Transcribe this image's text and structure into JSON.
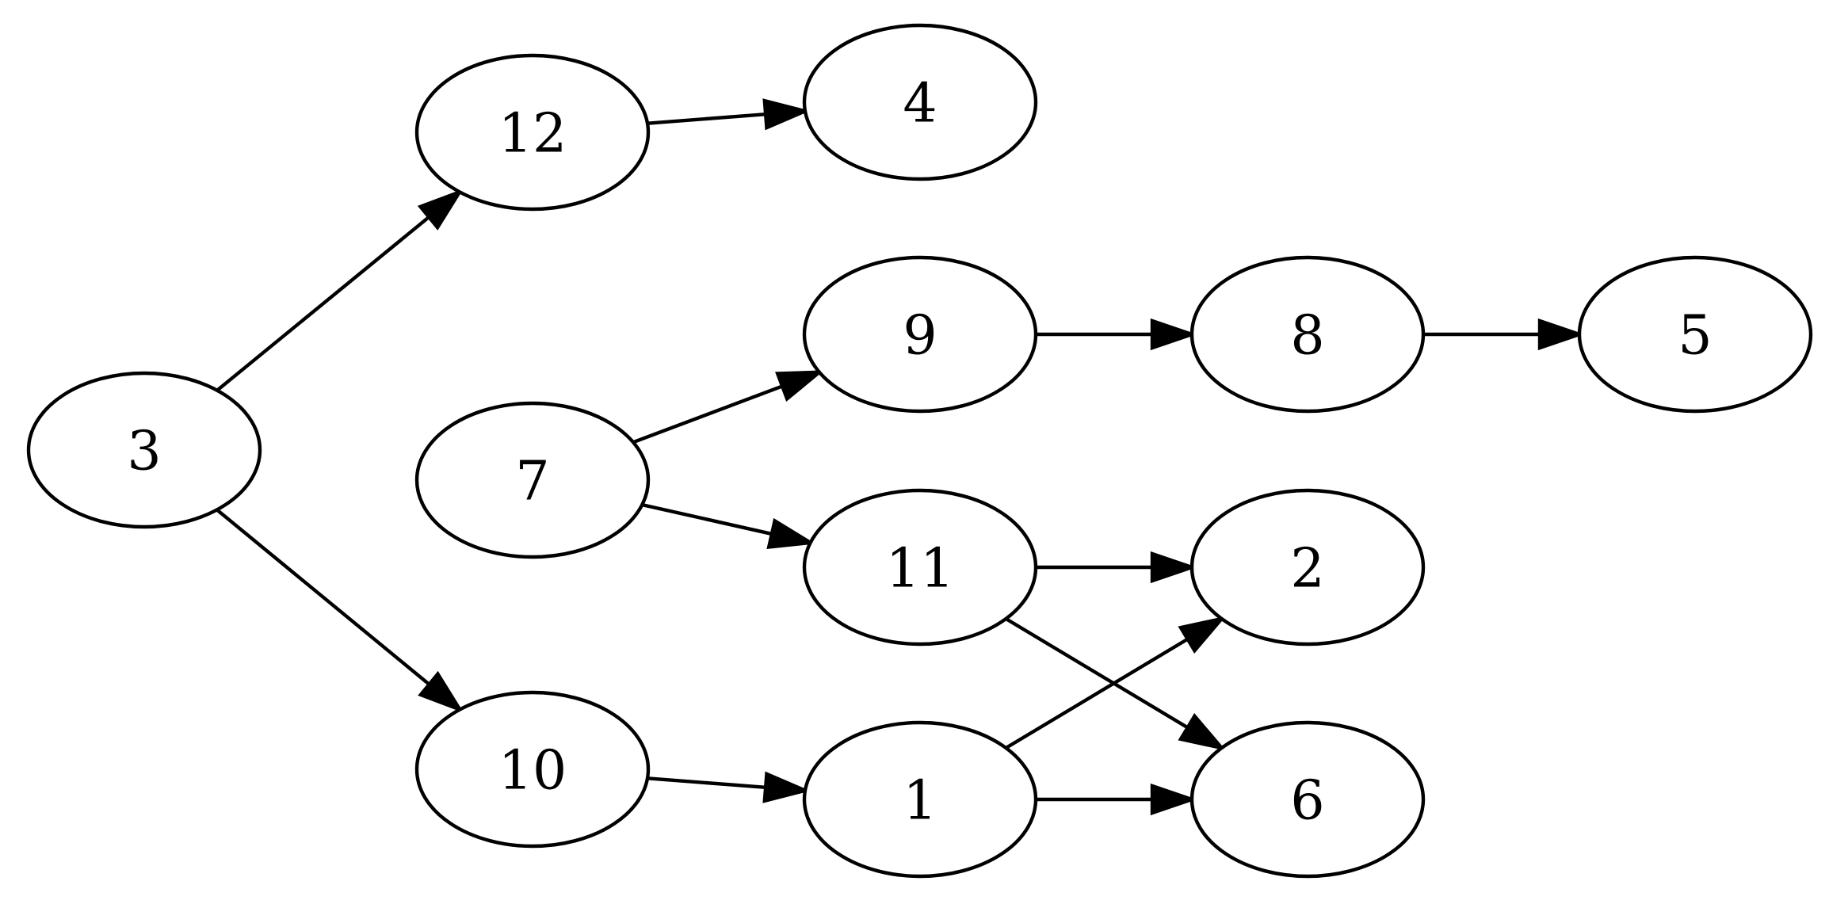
{
  "graph": {
    "nodes": [
      {
        "id": "3",
        "label": "3"
      },
      {
        "id": "12",
        "label": "12"
      },
      {
        "id": "4",
        "label": "4"
      },
      {
        "id": "7",
        "label": "7"
      },
      {
        "id": "9",
        "label": "9"
      },
      {
        "id": "8",
        "label": "8"
      },
      {
        "id": "5",
        "label": "5"
      },
      {
        "id": "11",
        "label": "11"
      },
      {
        "id": "2",
        "label": "2"
      },
      {
        "id": "10",
        "label": "10"
      },
      {
        "id": "1",
        "label": "1"
      },
      {
        "id": "6",
        "label": "6"
      }
    ],
    "edges": [
      {
        "from": "3",
        "to": "12"
      },
      {
        "from": "3",
        "to": "10"
      },
      {
        "from": "12",
        "to": "4"
      },
      {
        "from": "7",
        "to": "9"
      },
      {
        "from": "7",
        "to": "11"
      },
      {
        "from": "9",
        "to": "8"
      },
      {
        "from": "8",
        "to": "5"
      },
      {
        "from": "11",
        "to": "2"
      },
      {
        "from": "11",
        "to": "6"
      },
      {
        "from": "10",
        "to": "1"
      },
      {
        "from": "1",
        "to": "2"
      },
      {
        "from": "1",
        "to": "6"
      }
    ]
  }
}
